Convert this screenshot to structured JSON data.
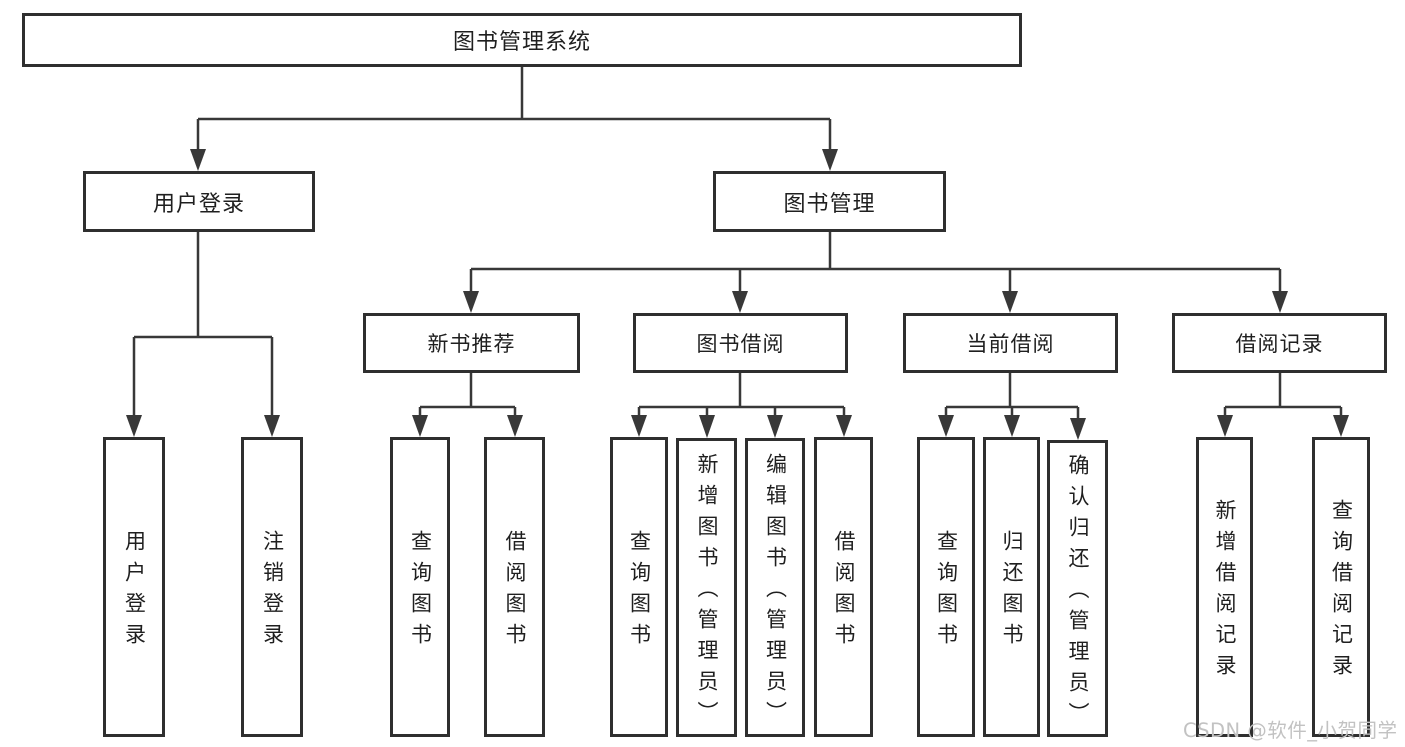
{
  "diagram": {
    "title": "图书管理系统",
    "level2": {
      "user_login": "用户登录",
      "book_management": "图书管理"
    },
    "level3": {
      "new_book_recommend": "新书推荐",
      "book_borrow": "图书借阅",
      "current_borrow": "当前借阅",
      "borrow_record": "借阅记录"
    },
    "leaves": {
      "login_user_login": "用户登录",
      "login_logout": "注销登录",
      "rec_query_book": "查询图书",
      "rec_borrow_book": "借阅图书",
      "bor_query_book": "查询图书",
      "bor_add_book": "新增图书（管理员）",
      "bor_edit_book": "编辑图书（管理员）",
      "bor_borrow_book": "借阅图书",
      "cur_query_book": "查询图书",
      "cur_return_book": "归还图书",
      "cur_confirm_return": "确认归还（管理员）",
      "log_add_record": "新增借阅记录",
      "log_query_record": "查询借阅记录"
    }
  },
  "watermark": "CSDN @软件_小贺同学",
  "colors": {
    "box_border": "#2f2f2f",
    "connector": "#383838",
    "text": "#1f1f1f",
    "watermark": "#c2c2c2",
    "background": "#ffffff"
  }
}
